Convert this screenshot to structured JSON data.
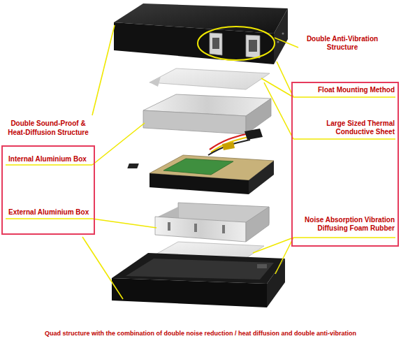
{
  "diagram": {
    "caption": "Quad structure with the combination of double noise reduction / heat diffusion and double anti-vibration",
    "nodes": [
      {
        "text": [
          "Double Sound-Proof & Heat-Diffusion Structure",
          "Internal Aluminium Box",
          "External Aluminium Box"
        ]
      },
      {
        "text": [
          "Float Mounting Method",
          "Large Sized Thermal Conductive Sheet",
          "Noise Absorption Vibration Diffusing Foam Rubber"
        ]
      }
    ],
    "labels": [
      "Double Anti-Vibration Structure"
    ]
  }
}
